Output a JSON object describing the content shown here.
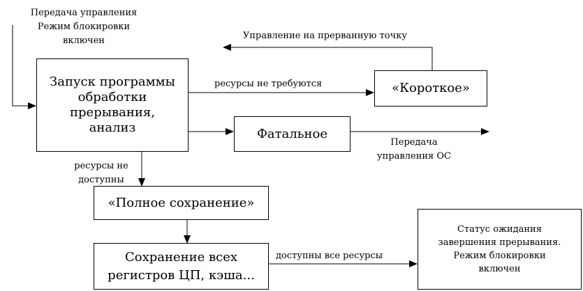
{
  "entry": {
    "lines": [
      "Передача управления",
      "Режим блокировки",
      "включен"
    ]
  },
  "return_label": "Управление на прерванную точку",
  "nodes": {
    "start": {
      "lines": [
        "Запуск программы",
        "обработки",
        "прерывания,",
        "анализ"
      ]
    },
    "short": {
      "text": "«Короткое»"
    },
    "fatal": {
      "text": "Фатальное"
    },
    "full_save": {
      "text": "«Полное сохранение»"
    },
    "save_all": {
      "lines": [
        "Сохранение всех",
        "регистров ЦП, кэша..."
      ]
    },
    "status": {
      "lines": [
        "Статус ожидания",
        "завершения прерывания.",
        "Режим блокировки",
        "включен"
      ]
    }
  },
  "edges": {
    "no_resources": "ресурсы не требуются",
    "to_os": [
      "Передача",
      "управления ОС"
    ],
    "not_available": [
      "ресурсы не",
      "доступны"
    ],
    "all_available": "доступны все ресурсы"
  }
}
